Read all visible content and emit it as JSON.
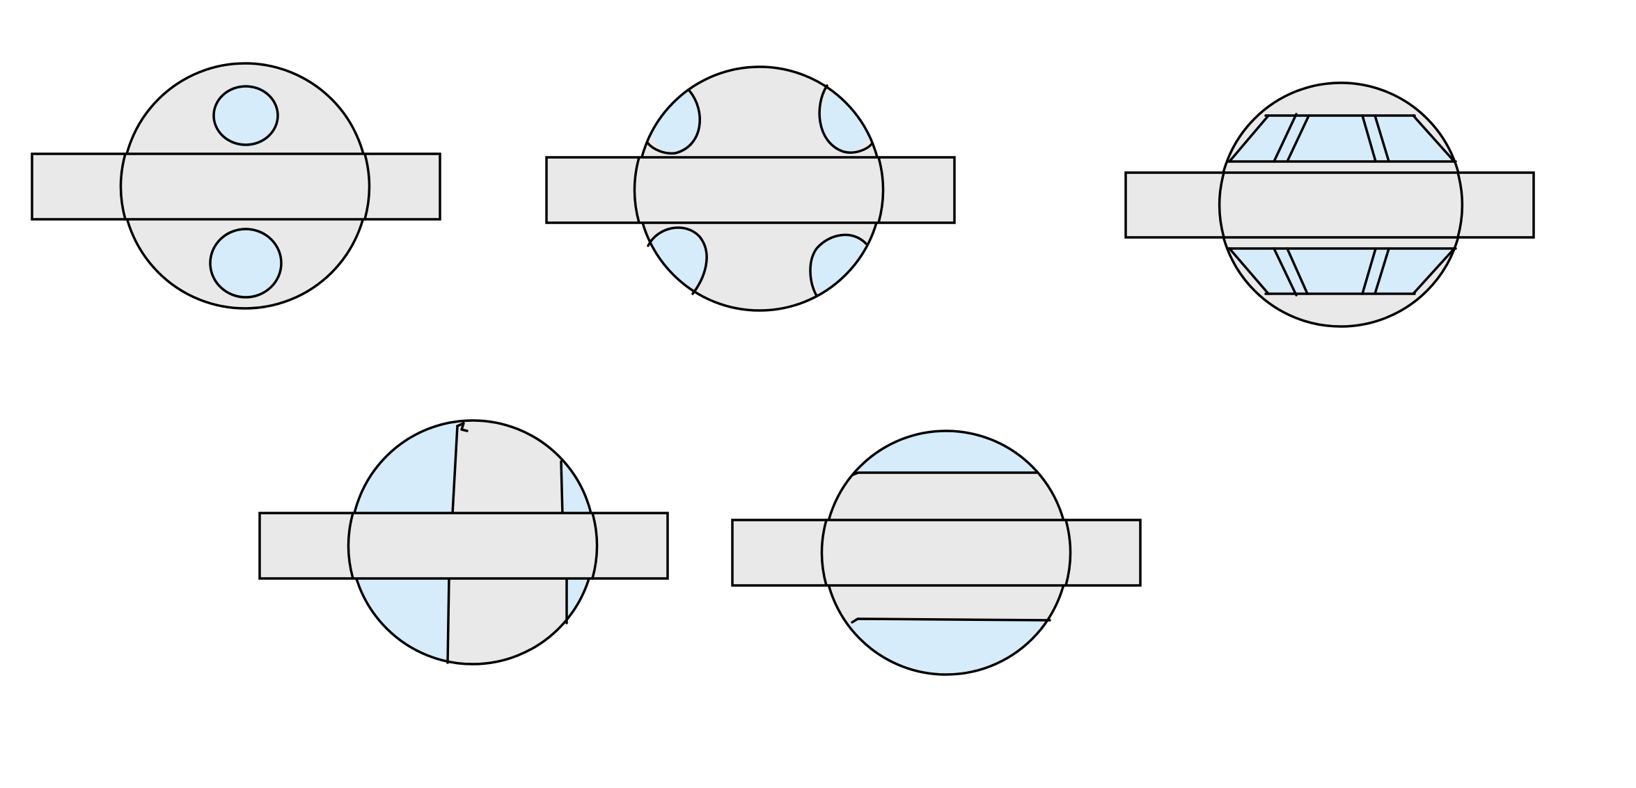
{
  "figure": {
    "background": "#ffffff",
    "fill_gray": "#e9e9e9",
    "fill_blue": "#d6ecfa",
    "stroke": "#000000",
    "variants": [
      {
        "id": "two-circular-holes",
        "shape": "disc with horizontal bar, two circular blue openings"
      },
      {
        "id": "four-edge-lobes",
        "shape": "disc with horizontal bar, four blue lobes at rim"
      },
      {
        "id": "trapezoid-slots",
        "shape": "disc with horizontal bar, blue trapezoid bands with slanted dividers"
      },
      {
        "id": "vertical-sectors",
        "shape": "disc with horizontal bar, blue vertical side segments"
      },
      {
        "id": "horizontal-caps",
        "shape": "disc with horizontal bar, blue top and bottom caps"
      }
    ]
  }
}
